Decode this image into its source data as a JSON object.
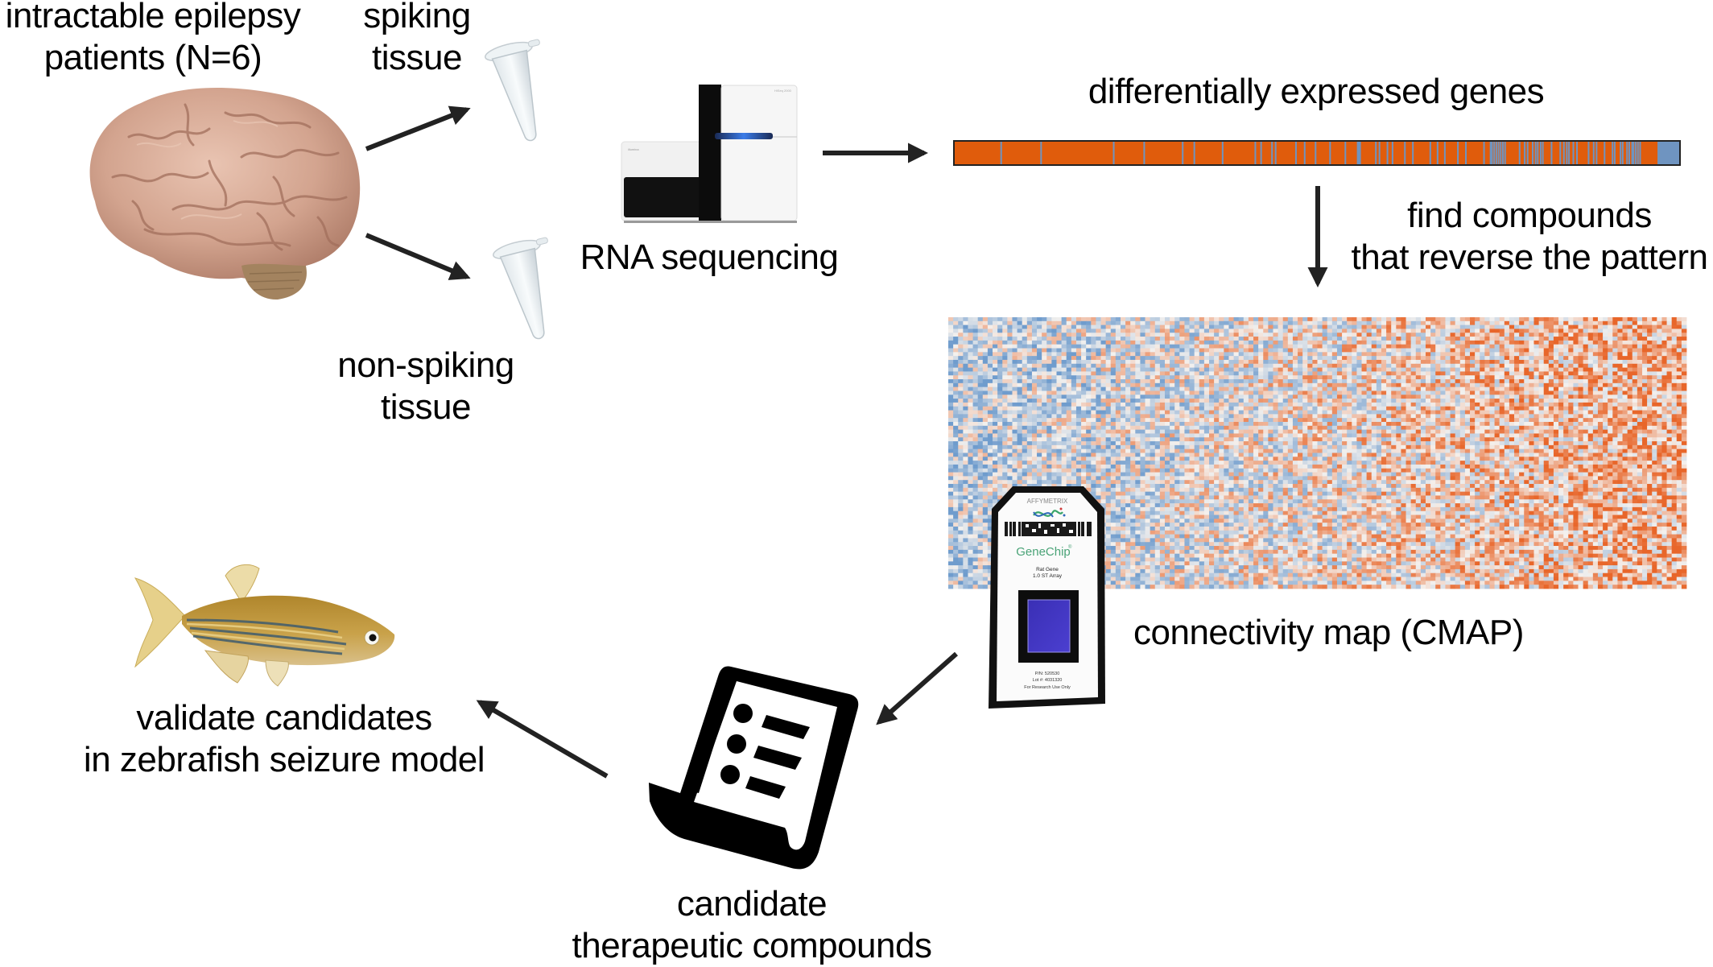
{
  "diagram": {
    "title": "Drug repurposing workflow for intractable epilepsy",
    "steps": [
      {
        "id": "patients",
        "label_lines": [
          "intractable epilepsy",
          "patients (N=6)"
        ],
        "icon": "brain-image"
      },
      {
        "id": "spiking",
        "label_lines": [
          "spiking",
          "tissue"
        ],
        "icon": "microtube-icon"
      },
      {
        "id": "non-spiking",
        "label_lines": [
          "non-spiking",
          "tissue"
        ],
        "icon": "microtube-icon"
      },
      {
        "id": "sequencing",
        "label_lines": [
          "RNA sequencing"
        ],
        "icon": "sequencer-image"
      },
      {
        "id": "deg",
        "label_lines": [
          "differentially expressed genes"
        ],
        "icon": "gene-signature-bar"
      },
      {
        "id": "find",
        "label_lines": [
          "find compounds",
          "that reverse the pattern"
        ],
        "icon": "arrow-down-icon"
      },
      {
        "id": "cmap",
        "label_lines": [
          "connectivity map (CMAP)"
        ],
        "icon": "heatmap-and-genechip"
      },
      {
        "id": "candidates",
        "label_lines": [
          "candidate",
          "therapeutic compounds"
        ],
        "icon": "list-document-icon"
      },
      {
        "id": "validate",
        "label_lines": [
          "validate candidates",
          "in zebrafish seizure model"
        ],
        "icon": "zebrafish-image"
      }
    ],
    "edges": [
      {
        "from": "patients",
        "to": "spiking"
      },
      {
        "from": "patients",
        "to": "non-spiking"
      },
      {
        "from": "sequencing",
        "to": "deg"
      },
      {
        "from": "deg",
        "to": "cmap"
      },
      {
        "from": "cmap",
        "to": "candidates"
      },
      {
        "from": "candidates",
        "to": "validate"
      }
    ]
  },
  "gene_bar": {
    "up_color": "#e05c0c",
    "down_color": "#6f94c0",
    "note": "ranked gene signature: mostly up-regulated (orange) with interspersed down-regulated (blue) genes, final block down-regulated",
    "blue_stripe_positions_fraction": [
      0.064,
      0.119,
      0.219,
      0.261,
      0.314,
      0.33,
      0.369,
      0.414,
      0.422,
      0.437,
      0.442,
      0.47,
      0.482,
      0.497,
      0.517,
      0.538,
      0.555,
      0.58,
      0.585,
      0.596,
      0.603,
      0.62,
      0.631,
      0.655,
      0.665,
      0.675,
      0.693,
      0.704,
      0.729,
      0.738,
      0.74,
      0.743,
      0.746,
      0.749,
      0.752,
      0.755,
      0.758,
      0.778,
      0.785,
      0.789,
      0.796,
      0.8,
      0.803,
      0.807,
      0.81,
      0.822,
      0.834,
      0.839,
      0.843,
      0.846,
      0.852,
      0.857,
      0.873,
      0.88,
      0.884,
      0.895,
      0.906,
      0.909,
      0.917,
      0.92,
      0.926,
      0.929,
      0.933,
      0.935,
      0.938,
      0.941,
      0.944
    ],
    "thick_stripe_fractions": [
      0.555
    ],
    "tail_block_start_fraction": 0.969
  },
  "heatmap": {
    "low_color": "#6f9ccd",
    "mid_color": "#f4f1ee",
    "high_color": "#e8662a",
    "trend": "left columns skew blue, right columns skew orange"
  },
  "genechip": {
    "brand": "AFFYMETRIX",
    "product": "GeneChip",
    "registered_mark": "®",
    "array_line1": "Rat Gene",
    "array_line2": "1.0 ST Array",
    "pn": "P/N: 520530",
    "lot": "Lot #: 4031320",
    "usage": "For Research Use Only"
  },
  "sequencer": {
    "brand_left": "illumina",
    "brand_right": "HiSeq 2000"
  }
}
